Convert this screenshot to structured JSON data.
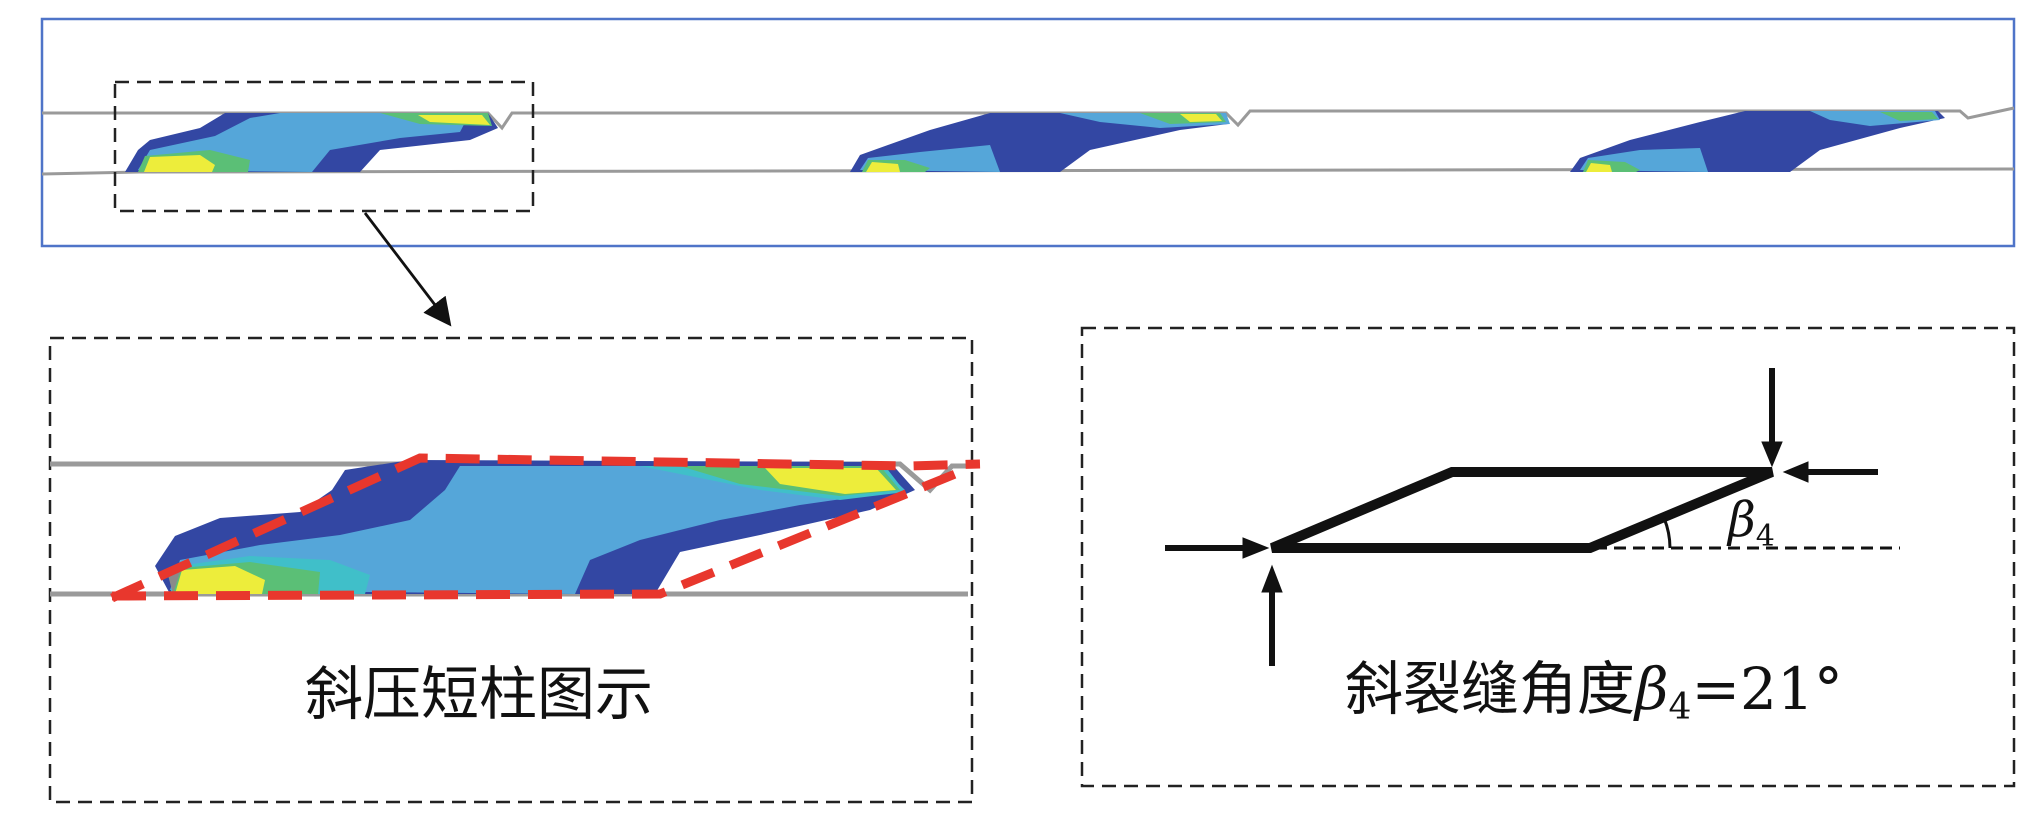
{
  "captions": {
    "left": "斜压短柱图示",
    "right_prefix": "斜裂缝角度",
    "right_symbol": "β",
    "right_subscript": "4",
    "right_suffix": "=21°"
  },
  "angle_label": {
    "symbol": "β",
    "subscript": "4"
  },
  "colors": {
    "dark_blue": "#3347a3",
    "light_blue": "#55a6d9",
    "cyan": "#40bfc9",
    "green": "#5bbf76",
    "yellow": "#eded3b",
    "red_dash": "#e8372d",
    "frame_blue": "#4f74c8",
    "line_gray": "#8a8a8a"
  }
}
